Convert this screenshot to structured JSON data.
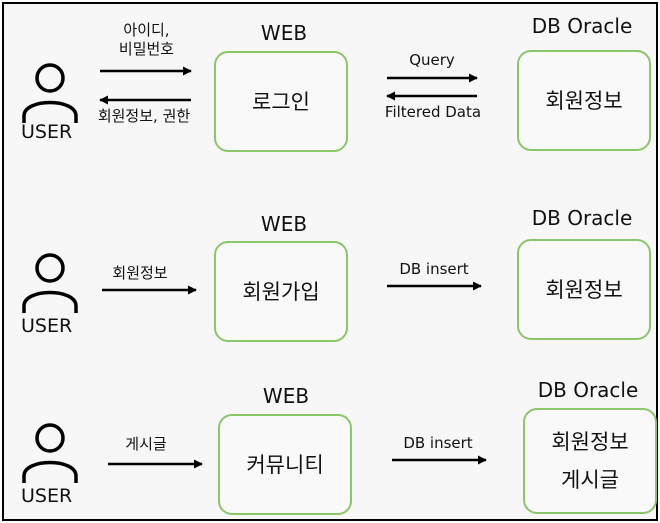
{
  "rows": [
    {
      "user_label": "USER",
      "web_title": "WEB",
      "web_box": "로그인",
      "left_arrow_top": [
        "아이디,",
        "비밀번호"
      ],
      "left_arrow_bottom": "회원정보, 권한",
      "right_arrow_top": "Query",
      "right_arrow_bottom": "Filtered Data",
      "db_title": "DB Oracle",
      "db_box": [
        "회원정보"
      ]
    },
    {
      "user_label": "USER",
      "web_title": "WEB",
      "web_box": "회원가입",
      "left_arrow_top": [
        "회원정보"
      ],
      "right_arrow_top": "DB insert",
      "db_title": "DB Oracle",
      "db_box": [
        "회원정보"
      ]
    },
    {
      "user_label": "USER",
      "web_title": "WEB",
      "web_box": "커뮤니티",
      "left_arrow_top": [
        "게시글"
      ],
      "right_arrow_top": "DB insert",
      "db_title": "DB Oracle",
      "db_box": [
        "회원정보",
        "게시글"
      ]
    }
  ],
  "colors": {
    "box_border": "#8cc66b",
    "stroke": "#000000"
  },
  "icons": {
    "user": "user-icon"
  }
}
